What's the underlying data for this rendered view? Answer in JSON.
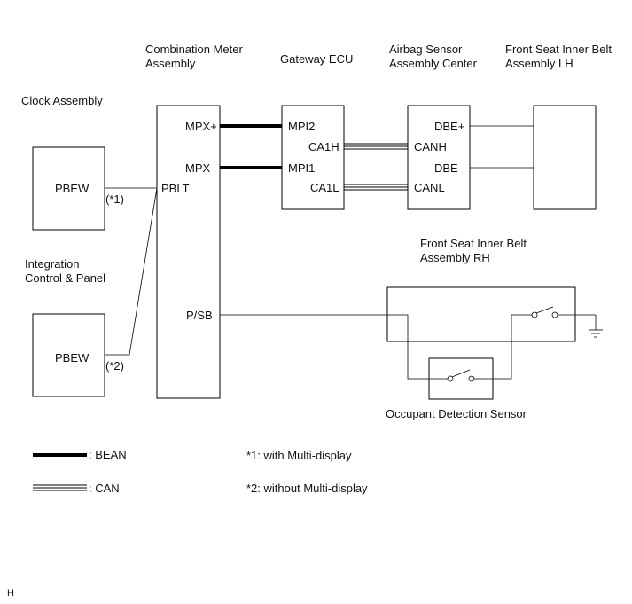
{
  "components": {
    "combination_meter": "Combination Meter\nAssembly",
    "gateway_ecu": "Gateway ECU",
    "airbag_sensor": "Airbag Sensor\nAssembly Center",
    "belt_lh": "Front Seat Inner Belt\nAssembly LH",
    "clock": "Clock Assembly",
    "integration_panel": "Integration\nControl & Panel",
    "belt_rh": "Front Seat Inner Belt\nAssembly RH",
    "occupant_sensor": "Occupant Detection Sensor"
  },
  "pins": {
    "mpx_plus": "MPX+",
    "mpx_minus": "MPX-",
    "pblt": "PBLT",
    "psb": "P/SB",
    "mpi2": "MPI2",
    "ca1h": "CA1H",
    "mpi1": "MPI1",
    "ca1l": "CA1L",
    "dbe_plus": "DBE+",
    "canh": "CANH",
    "dbe_minus": "DBE-",
    "canl": "CANL",
    "clock_pbew": "PBEW",
    "panel_pbew": "PBEW"
  },
  "notes": {
    "note1_marker": "(*1)",
    "note2_marker": "(*2)",
    "note1": "*1: with Multi-display",
    "note2": "*2: without Multi-display"
  },
  "legend": {
    "bean": ": BEAN",
    "can": ": CAN"
  },
  "corner_code": "H",
  "colors": {
    "line": "#000000",
    "background": "#ffffff"
  }
}
